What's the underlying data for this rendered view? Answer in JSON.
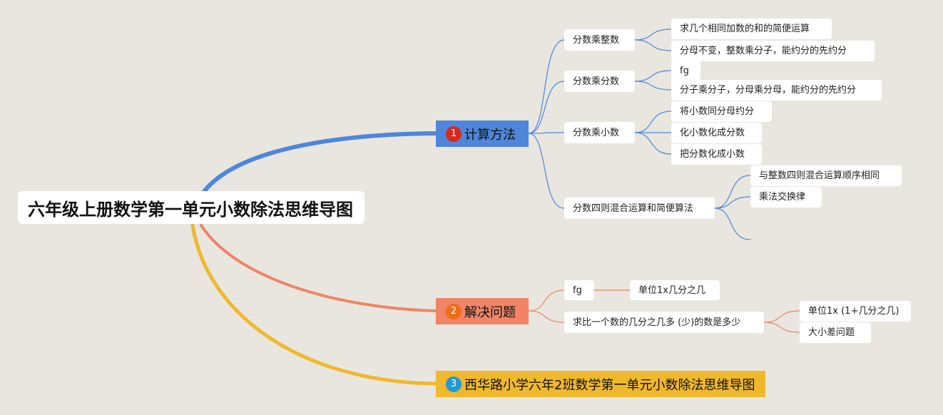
{
  "root": {
    "title": "六年级上册数学第一单元小数除法思维导图"
  },
  "branches": [
    {
      "number": "1",
      "label": "计算方法",
      "color": "#4f86d9",
      "badge_color": "#d62a1e",
      "children": [
        {
          "label": "分数乘整数",
          "children": [
            "求几个相同加数的和的简便运算",
            "分母不变，整数乘分子，能约分的先约分"
          ]
        },
        {
          "label": "分数乘分数",
          "children": [
            "fg",
            "分子乘分子，分母乘分母，能约分的先约分"
          ]
        },
        {
          "label": "分数乘小数",
          "children": [
            "将小数同分母约分",
            "化小数化成分数",
            "把分数化成小数"
          ]
        },
        {
          "label": "分数四则混合运算和简便算法",
          "children": [
            "与整数四则混合运算顺序相同",
            "乘法交换律",
            ""
          ]
        }
      ]
    },
    {
      "number": "2",
      "label": "解决问题",
      "color": "#f08465",
      "badge_color": "#ef6c1a",
      "children": [
        {
          "label": "fg",
          "children": [
            "单位1x几分之几"
          ]
        },
        {
          "label": "求比一个数的几分之几多 (少)的数是多少",
          "children": [
            "单位1x (1+几分之几)",
            "大小差问题"
          ]
        }
      ]
    },
    {
      "number": "3",
      "label": "西华路小学六年2班数学第一单元小数除法思维导图",
      "color": "#f0b82d",
      "badge_color": "#1f9ad6",
      "children": []
    }
  ]
}
